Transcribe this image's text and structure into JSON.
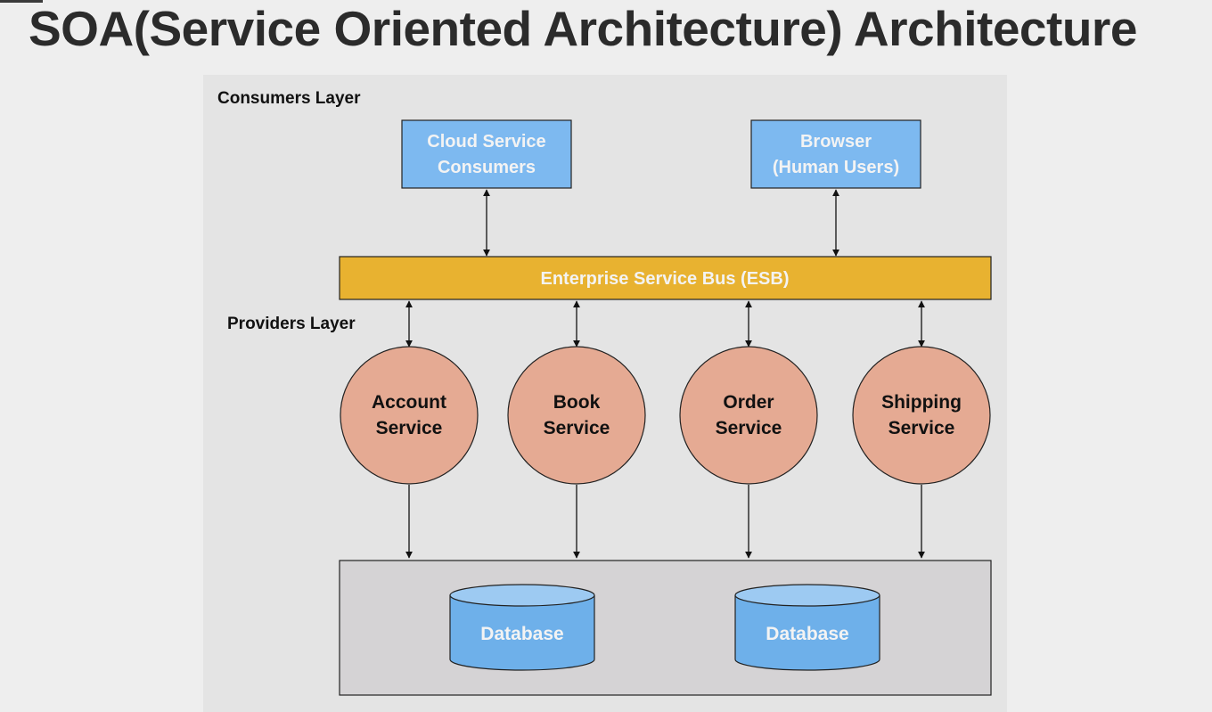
{
  "title": "SOA(Service Oriented Architecture) Architecture",
  "diagram": {
    "consumers_layer_label": "Consumers Layer",
    "providers_layer_label": "Providers Layer",
    "consumers": [
      {
        "line1": "Cloud Service",
        "line2": "Consumers"
      },
      {
        "line1": "Browser",
        "line2": "(Human Users)"
      }
    ],
    "esb_label": "Enterprise Service Bus (ESB)",
    "services": [
      {
        "line1": "Account",
        "line2": "Service"
      },
      {
        "line1": "Book",
        "line2": "Service"
      },
      {
        "line1": "Order",
        "line2": "Service"
      },
      {
        "line1": "Shipping",
        "line2": "Service"
      }
    ],
    "databases": [
      {
        "label": "Database"
      },
      {
        "label": "Database"
      }
    ]
  },
  "colors": {
    "consumer_box": "#7db9f0",
    "esb_bar": "#e8b230",
    "service_circle": "#e5aa93",
    "database": "#6eb0ea",
    "storage_panel": "#d5d3d5",
    "box_text": "#f3f3f3",
    "service_text": "#111111"
  }
}
